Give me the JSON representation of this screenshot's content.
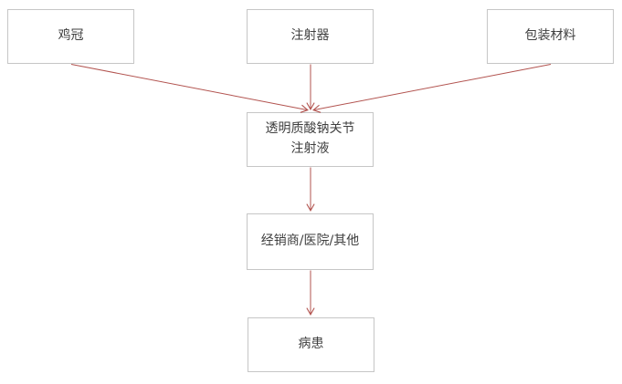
{
  "diagram": {
    "type": "flowchart",
    "colors": {
      "arrow": "#b2534f",
      "box_border": "#c6c6c6",
      "box_fill": "#ffffff",
      "text": "#3f3f3f",
      "background": "#ffffff"
    },
    "nodes": [
      {
        "id": "jiguan",
        "label": "鸡冠"
      },
      {
        "id": "zhusheqi",
        "label": "注射器"
      },
      {
        "id": "baozhuang",
        "label": "包装材料"
      },
      {
        "id": "zhusheye",
        "label": "透明质酸钠关节\n注射液"
      },
      {
        "id": "jingxiaoshang",
        "label": "经销商/医院/其他"
      },
      {
        "id": "binghuan",
        "label": "病患"
      }
    ],
    "edges": [
      {
        "from": "鸡冠",
        "to": "透明质酸钠关节注射液"
      },
      {
        "from": "注射器",
        "to": "透明质酸钠关节注射液"
      },
      {
        "from": "包装材料",
        "to": "透明质酸钠关节注射液"
      },
      {
        "from": "透明质酸钠关节注射液",
        "to": "经销商/医院/其他"
      },
      {
        "from": "经销商/医院/其他",
        "to": "病患"
      }
    ]
  }
}
